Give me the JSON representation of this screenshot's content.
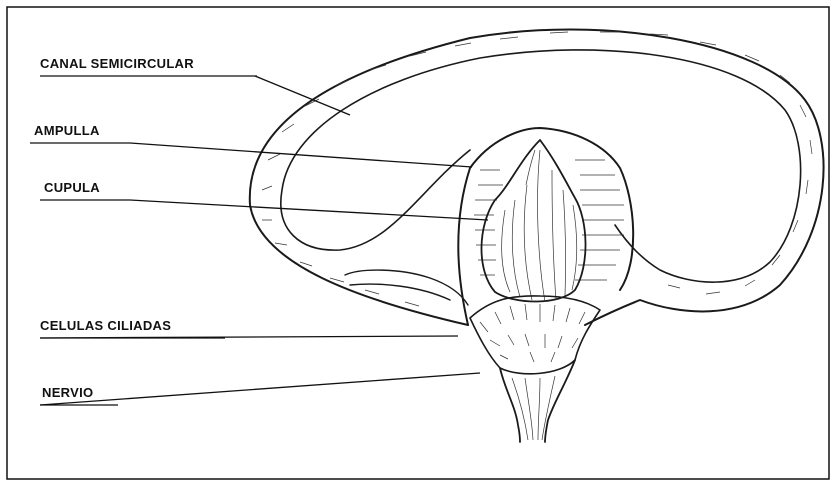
{
  "labels": {
    "canal": "CANAL SEMICIRCULAR",
    "ampulla": "AMPULLA",
    "cupula": "CUPULA",
    "celulas": "CELULAS CILIADAS",
    "nervio": "NERVIO"
  },
  "colors": {
    "ink": "#1a1a1a",
    "background": "#ffffff"
  }
}
